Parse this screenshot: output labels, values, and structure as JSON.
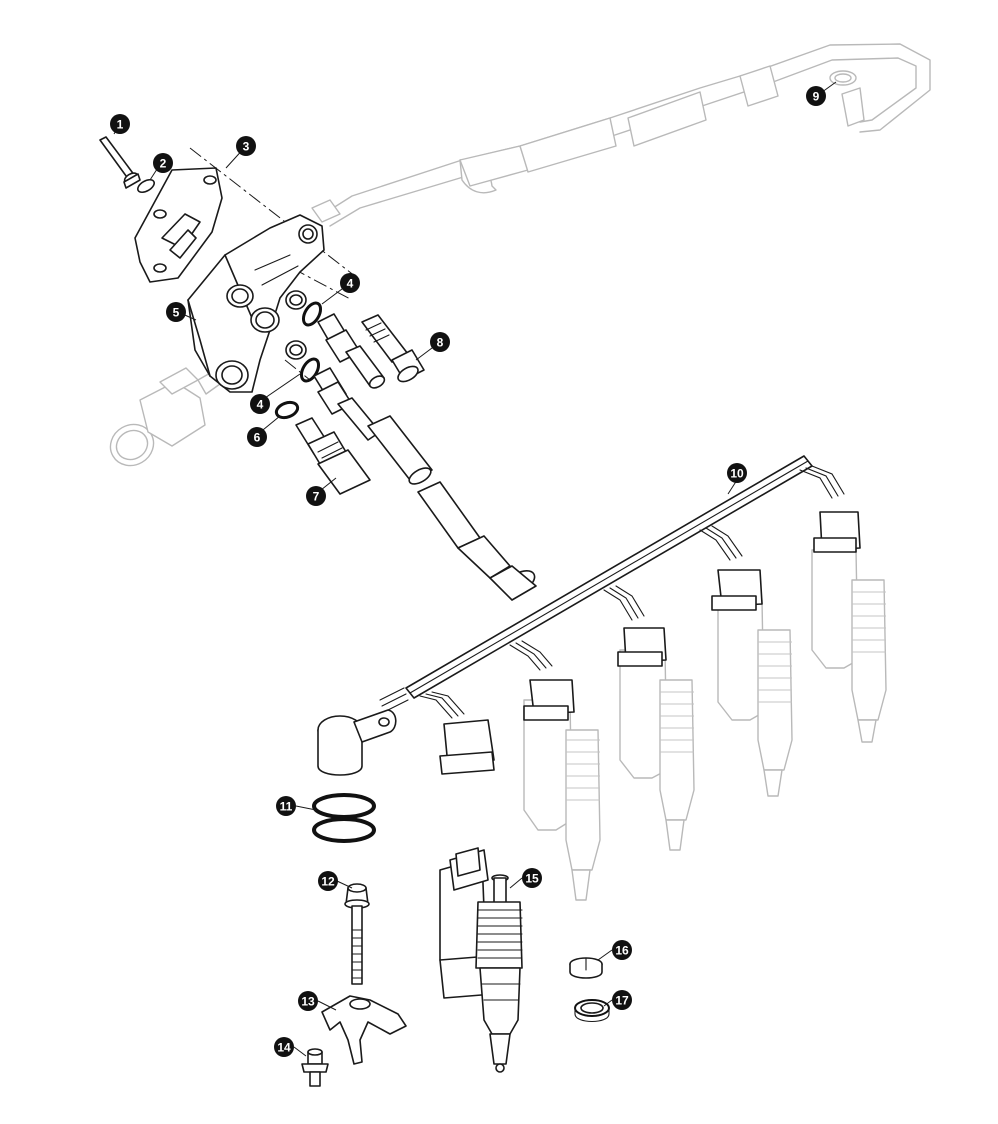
{
  "diagram": {
    "type": "exploded-parts-view",
    "callouts": [
      {
        "id": "1",
        "label": "1"
      },
      {
        "id": "2",
        "label": "2"
      },
      {
        "id": "3",
        "label": "3"
      },
      {
        "id": "4a",
        "label": "4"
      },
      {
        "id": "4b",
        "label": "4"
      },
      {
        "id": "5",
        "label": "5"
      },
      {
        "id": "6",
        "label": "6"
      },
      {
        "id": "7",
        "label": "7"
      },
      {
        "id": "8",
        "label": "8"
      },
      {
        "id": "9",
        "label": "9"
      },
      {
        "id": "10",
        "label": "10"
      },
      {
        "id": "11",
        "label": "11"
      },
      {
        "id": "12",
        "label": "12"
      },
      {
        "id": "13",
        "label": "13"
      },
      {
        "id": "14",
        "label": "14"
      },
      {
        "id": "15",
        "label": "15"
      },
      {
        "id": "16",
        "label": "16"
      },
      {
        "id": "17",
        "label": "17"
      }
    ]
  }
}
